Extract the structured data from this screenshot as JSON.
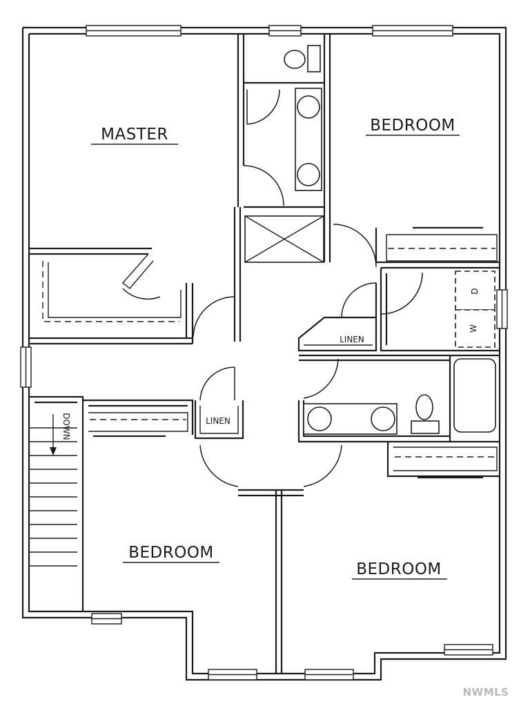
{
  "rooms": {
    "master": "MASTER",
    "bedroom_ne": "BEDROOM",
    "bedroom_sw": "BEDROOM",
    "bedroom_se": "BEDROOM"
  },
  "closets": {
    "linen_upper": "LINEN",
    "linen_lower": "LINEN"
  },
  "laundry": {
    "washer": "W",
    "dryer": "D"
  },
  "stairs": {
    "direction": "DOWN"
  },
  "watermark": {
    "text": "NWMLS"
  }
}
